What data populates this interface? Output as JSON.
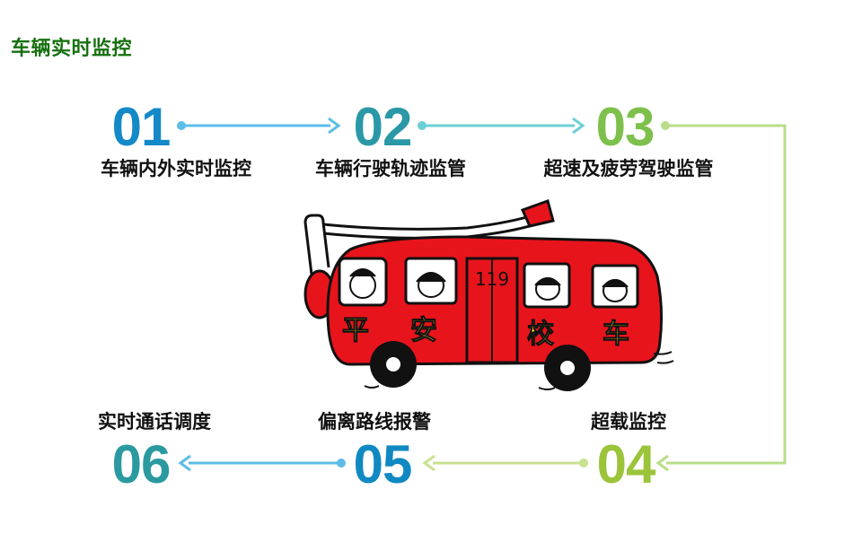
{
  "title": "车辆实时监控",
  "colors": {
    "title": "#17700f",
    "num_01": "#1389c8",
    "num_02": "#2a98a6",
    "num_03": "#7dc04b",
    "num_04": "#9cc43a",
    "num_05": "#1089c2",
    "num_06": "#2a9aa0",
    "arrow_blue": "#5bbde6",
    "arrow_teal": "#6ccfd6",
    "arrow_green": "#b9dd8a",
    "bus_body": "#e8141c"
  },
  "steps": [
    {
      "num": "01",
      "label": "车辆内外实时监控"
    },
    {
      "num": "02",
      "label": "车辆行驶轨迹监管"
    },
    {
      "num": "03",
      "label": "超速及疲劳驾驶监管"
    },
    {
      "num": "04",
      "label": "超载监控"
    },
    {
      "num": "05",
      "label": "偏离路线报警"
    },
    {
      "num": "06",
      "label": "实时通话调度"
    }
  ],
  "bus": {
    "door_number": "119",
    "side_text": [
      "平",
      "安",
      "校",
      "车"
    ]
  }
}
